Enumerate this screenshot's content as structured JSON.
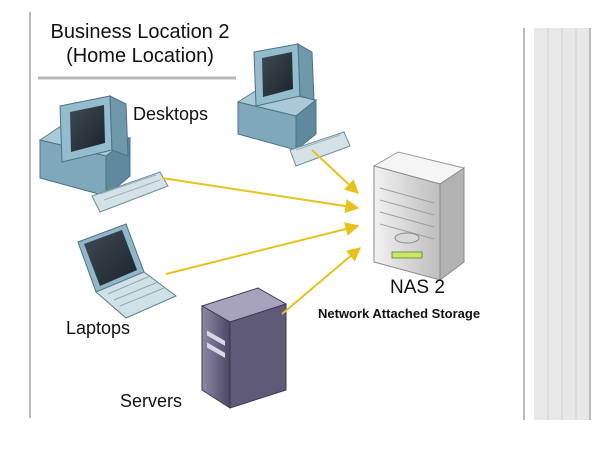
{
  "title": {
    "line1": "Business Location 2",
    "line2": "(Home Location)"
  },
  "labels": {
    "desktops": "Desktops",
    "laptops": "Laptops",
    "servers": "Servers",
    "nas": "NAS 2",
    "nas_description": "Network Attached Storage"
  },
  "colors": {
    "arrow": "#e8c21c",
    "border": "#b8b8b8",
    "monitor": "#8fb7c9",
    "tower": "#5e5a78",
    "nas_body": "#e2e2e2"
  }
}
